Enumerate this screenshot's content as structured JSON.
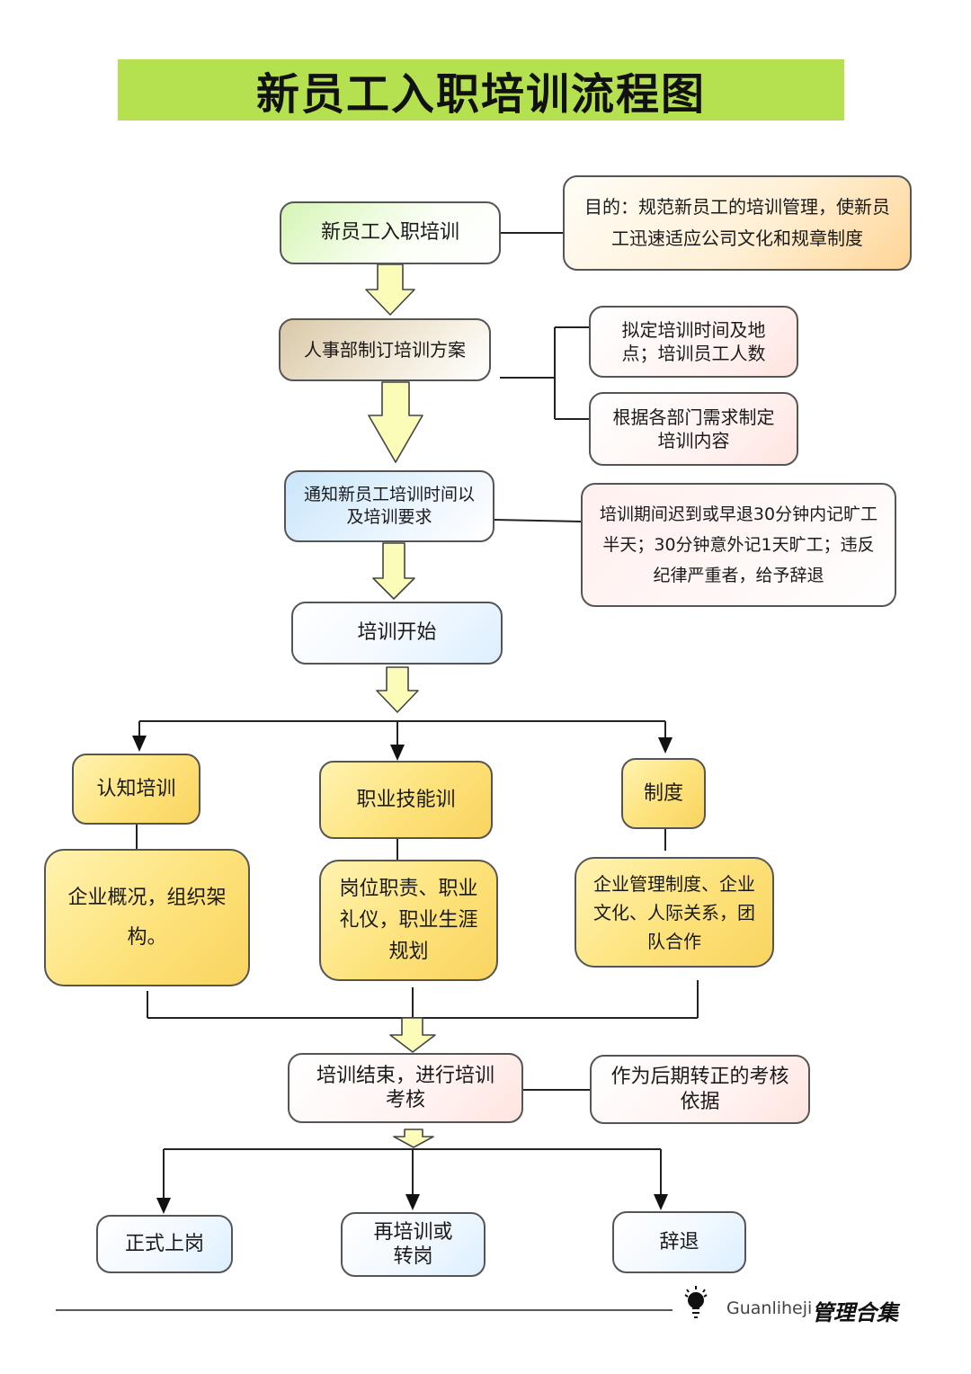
{
  "title": "新员工入职培训流程图",
  "nodes": {
    "onboarding": "新员工入职培训",
    "purpose": "目的：规范新员工的培训管理，使新员工迅速适应公司文化和规章制度",
    "hr_plan": "人事部制订培训方案",
    "plan_time": "拟定培训时间及地点；培训员工人数",
    "plan_content": "根据各部门需求制定培训内容",
    "notify": "通知新员工培训时间以及培训要求",
    "discipline": "培训期间迟到或早退30分钟内记旷工半天；30分钟意外记1天旷工；违反纪律严重者，给予辞退",
    "start": "培训开始",
    "cognitive": "认知培训",
    "cognitive_detail": "企业概况，组织架构。",
    "skills": "职业技能训",
    "skills_detail": "岗位职责、职业礼仪，职业生涯规划",
    "system": "制度",
    "system_detail": "企业管理制度、企业文化、人际关系，团队合作",
    "end": "培训结束，进行培训考核",
    "basis": "作为后期转正的考核依据",
    "outcome_formal": "正式上岗",
    "outcome_retrain": "再培训或转岗",
    "outcome_dismiss": "辞退"
  },
  "footer": {
    "brand_latin": "Guanliheji",
    "brand_cn": "管理合集",
    "icon": "lightbulb-icon"
  },
  "colors": {
    "title_bg": "#b5e04f",
    "arrow_fill": "#fbfcb8"
  }
}
